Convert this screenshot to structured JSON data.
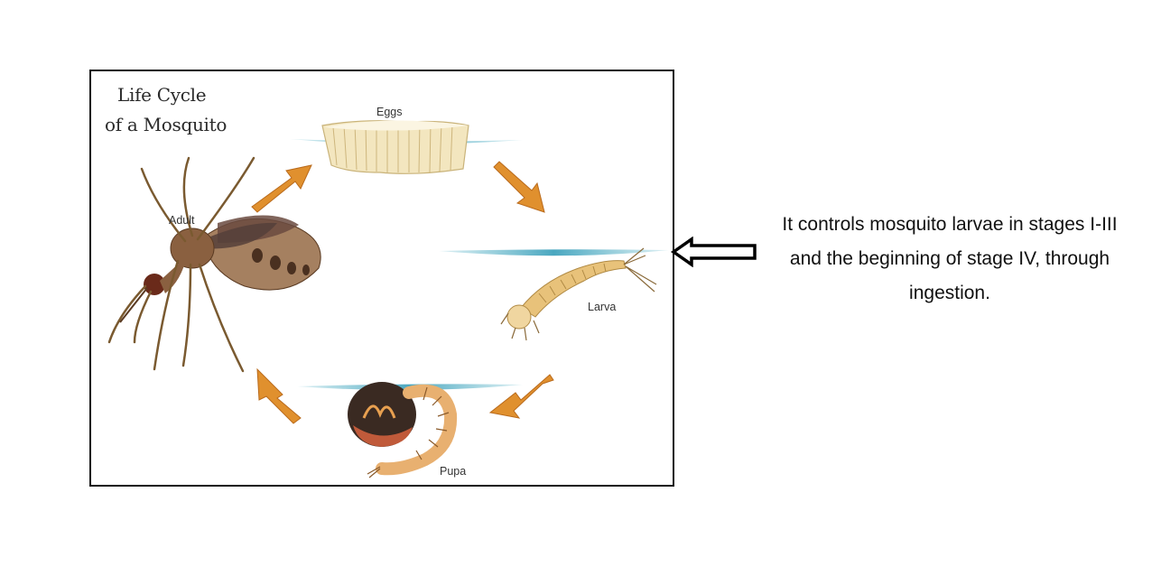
{
  "figure": {
    "title_line1": "Life Cycle",
    "title_line2": "of a Mosquito",
    "labels": {
      "eggs": "Eggs",
      "larva": "Larva",
      "pupa": "Pupa",
      "adult": "Adult"
    },
    "colors": {
      "cycle_arrow": "#e0902e",
      "water": "#5ab4c8",
      "egg_raft": "#f3e6bf",
      "larva_body": "#e8c27a",
      "pupa_dark": "#3a2a22",
      "adult_body": "#8a6040"
    }
  },
  "caption": {
    "text": "It controls mosquito larvae in stages I-III and the beginning of stage IV, through ingestion."
  },
  "callout_arrow": {
    "icon": "hollow-left-arrow-icon",
    "points_to": "Larva"
  }
}
